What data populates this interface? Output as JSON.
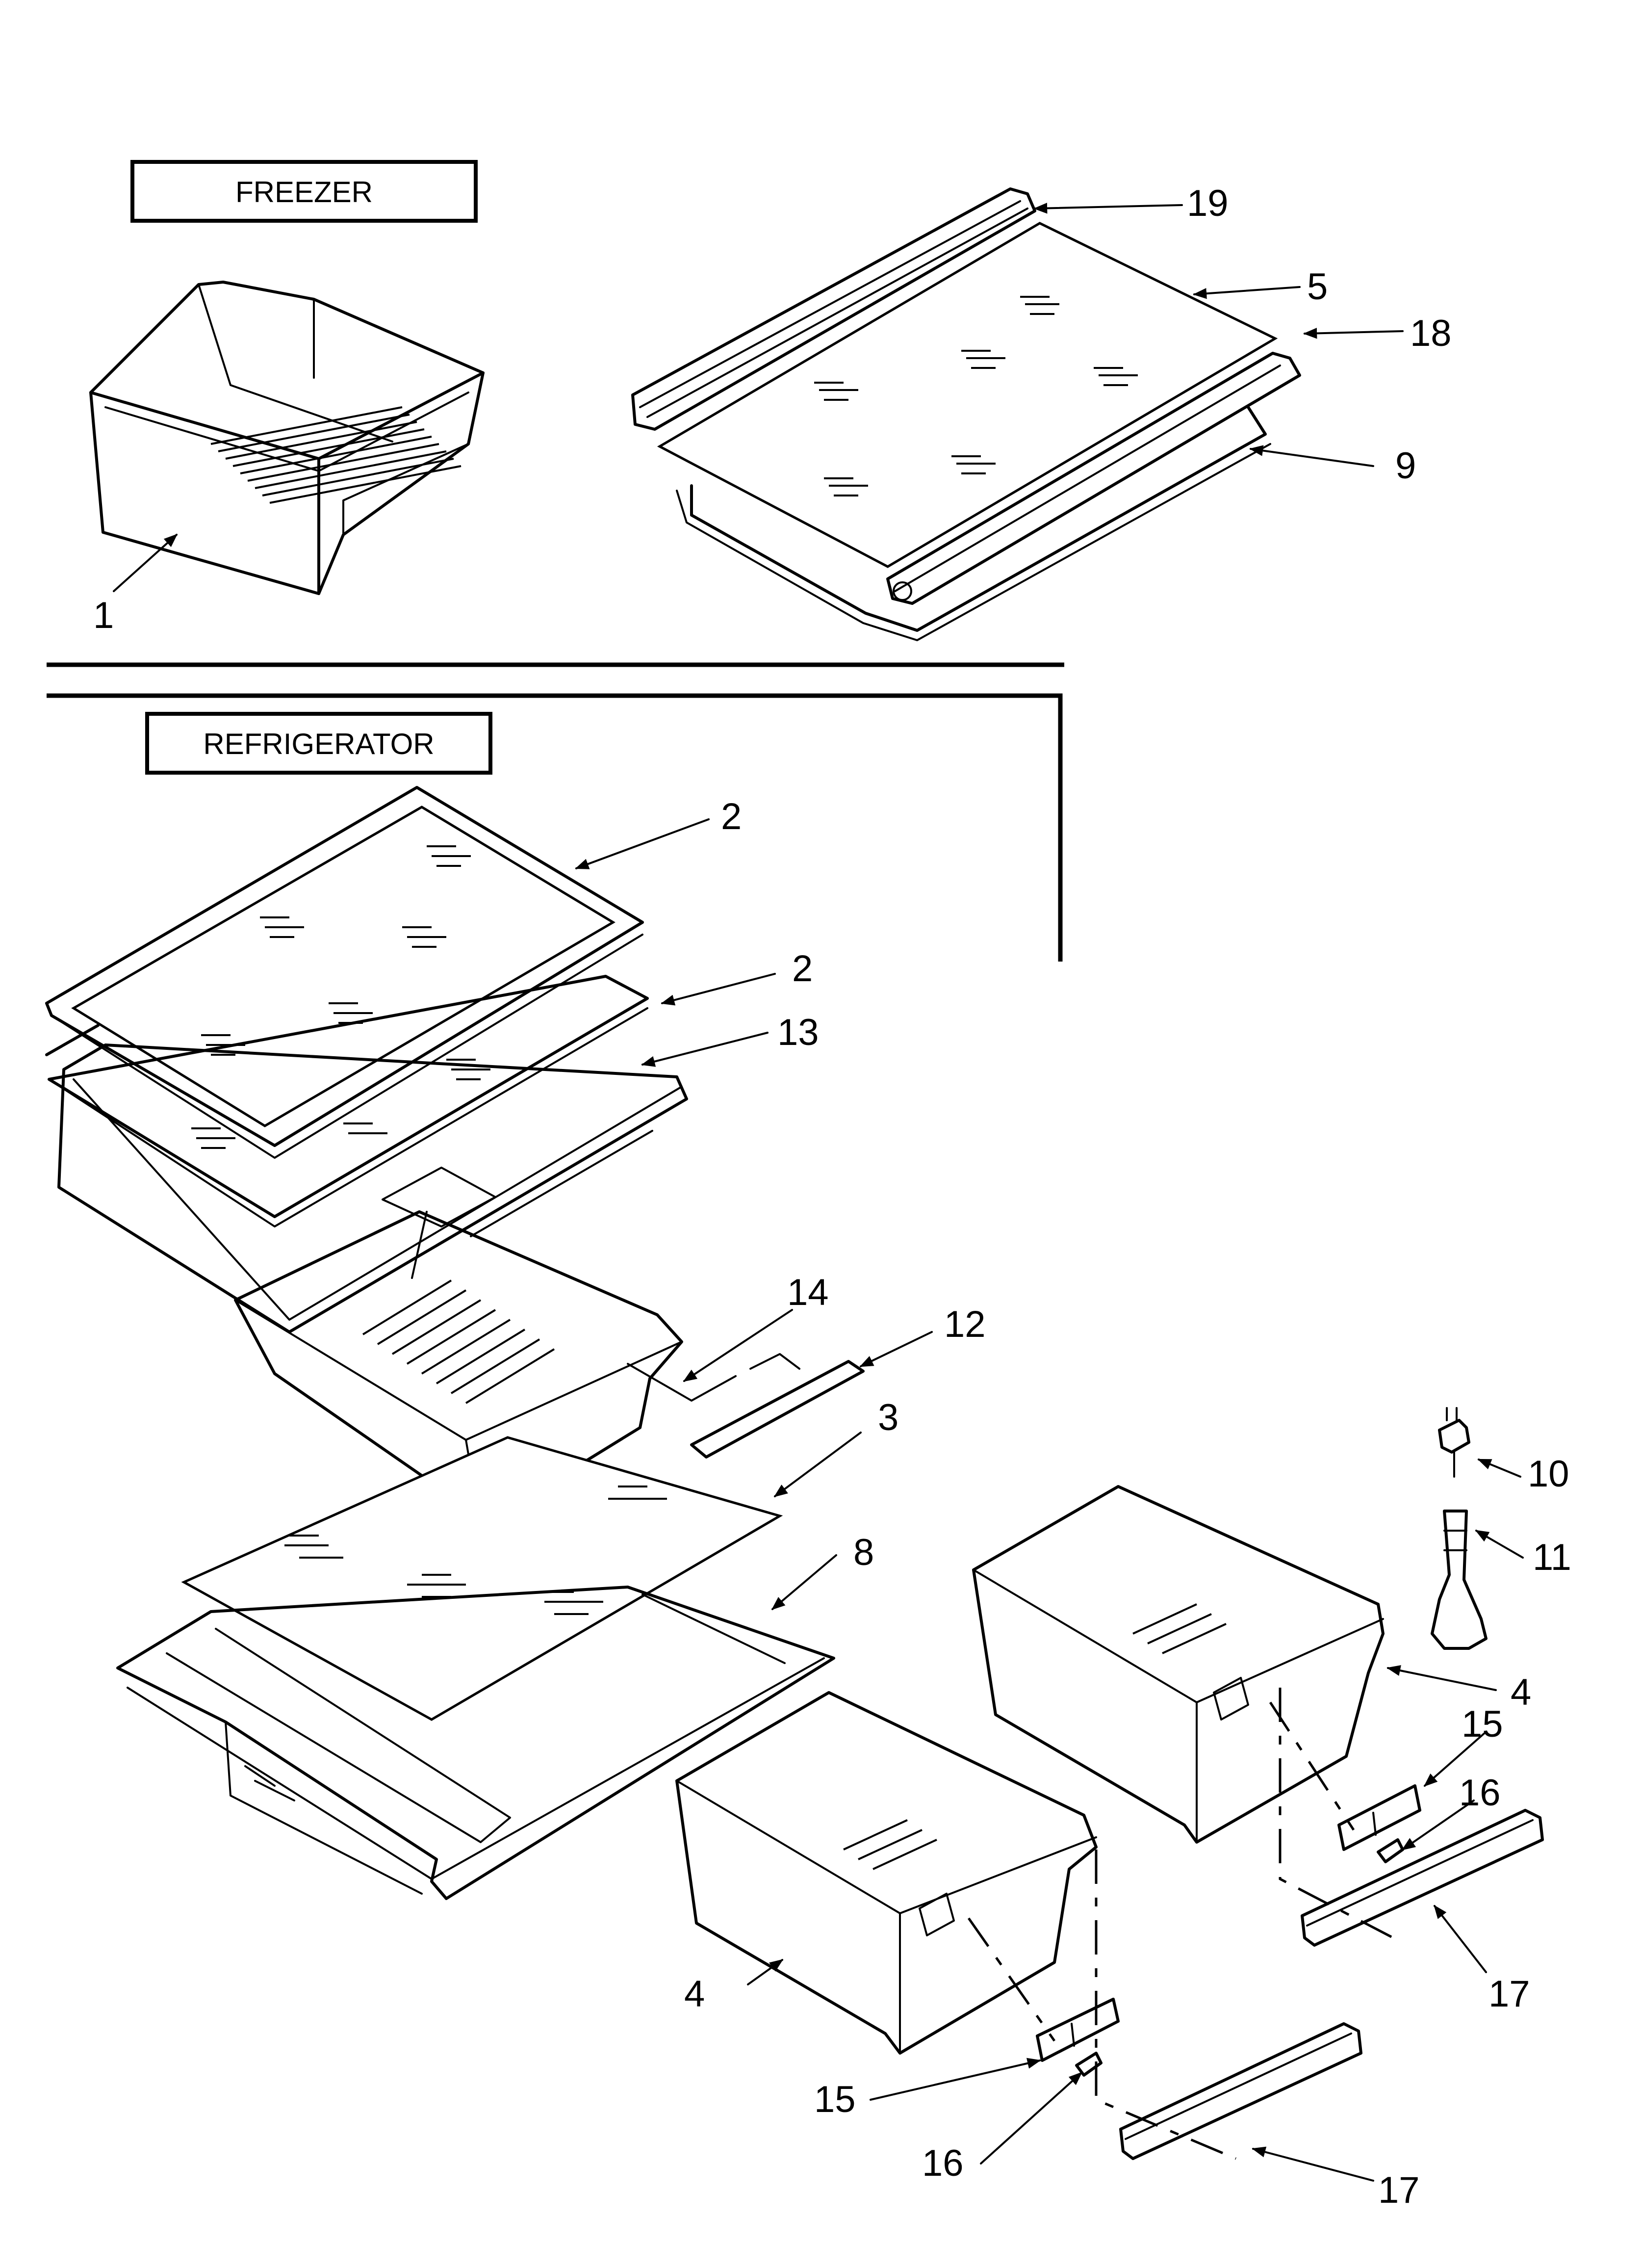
{
  "sections": {
    "freezer": "FREEZER",
    "refrigerator": "REFRIGERATOR"
  },
  "callouts": [
    {
      "id": "c1",
      "label": "1"
    },
    {
      "id": "c19",
      "label": "19"
    },
    {
      "id": "c5",
      "label": "5"
    },
    {
      "id": "c18",
      "label": "18"
    },
    {
      "id": "c9",
      "label": "9"
    },
    {
      "id": "c2a",
      "label": "2"
    },
    {
      "id": "c2b",
      "label": "2"
    },
    {
      "id": "c13",
      "label": "13"
    },
    {
      "id": "c14",
      "label": "14"
    },
    {
      "id": "c12",
      "label": "12"
    },
    {
      "id": "c3",
      "label": "3"
    },
    {
      "id": "c8",
      "label": "8"
    },
    {
      "id": "c10",
      "label": "10"
    },
    {
      "id": "c11",
      "label": "11"
    },
    {
      "id": "c4a",
      "label": "4"
    },
    {
      "id": "c15a",
      "label": "15"
    },
    {
      "id": "c16a",
      "label": "16"
    },
    {
      "id": "c17a",
      "label": "17"
    },
    {
      "id": "c4b",
      "label": "4"
    },
    {
      "id": "c15b",
      "label": "15"
    },
    {
      "id": "c16b",
      "label": "16"
    },
    {
      "id": "c17b",
      "label": "17"
    }
  ]
}
